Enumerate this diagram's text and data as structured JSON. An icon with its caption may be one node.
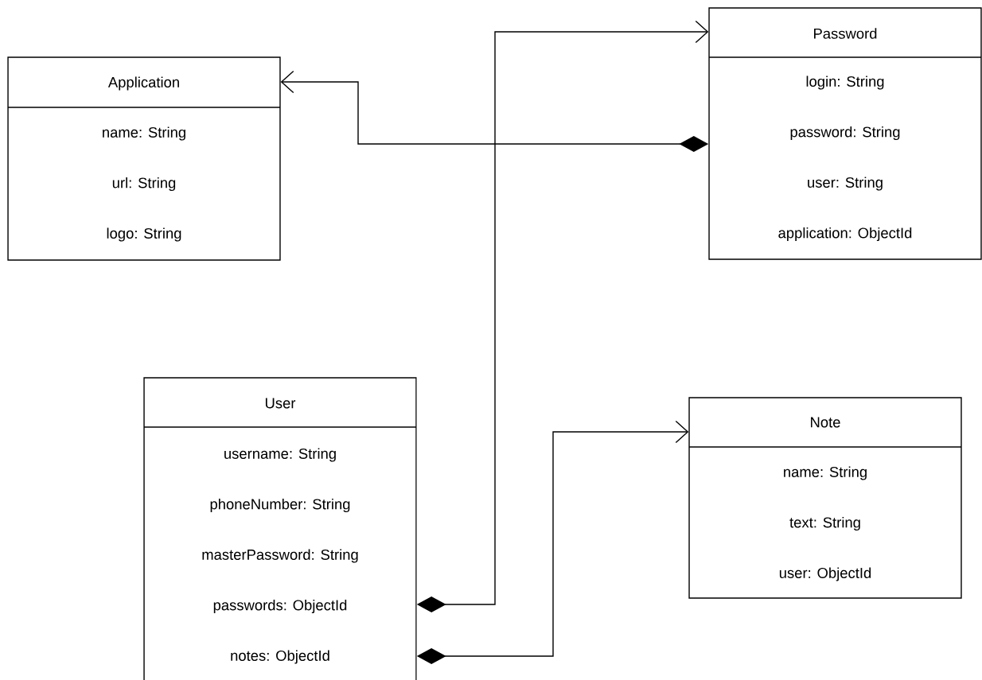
{
  "diagram": {
    "nodes": [
      {
        "text": [
          "Application",
          "name: String",
          "url: String",
          "logo: String"
        ]
      },
      {
        "text": [
          "Password",
          "login: String",
          "password: String",
          "user: String",
          "application: ObjectId"
        ]
      },
      {
        "text": [
          "User",
          "username: String",
          "phoneNumber: String",
          "masterPassword: String",
          "passwords: ObjectId",
          "notes: ObjectId"
        ]
      },
      {
        "text": [
          "Note",
          "name: String",
          "text: String",
          "user: ObjectId"
        ]
      }
    ],
    "edges": [
      {
        "from": 2,
        "to": 1,
        "arrow": "to"
      },
      {
        "from": 1,
        "to": 0,
        "arrow": "to"
      },
      {
        "from": 2,
        "to": 3,
        "arrow": "to"
      }
    ]
  }
}
